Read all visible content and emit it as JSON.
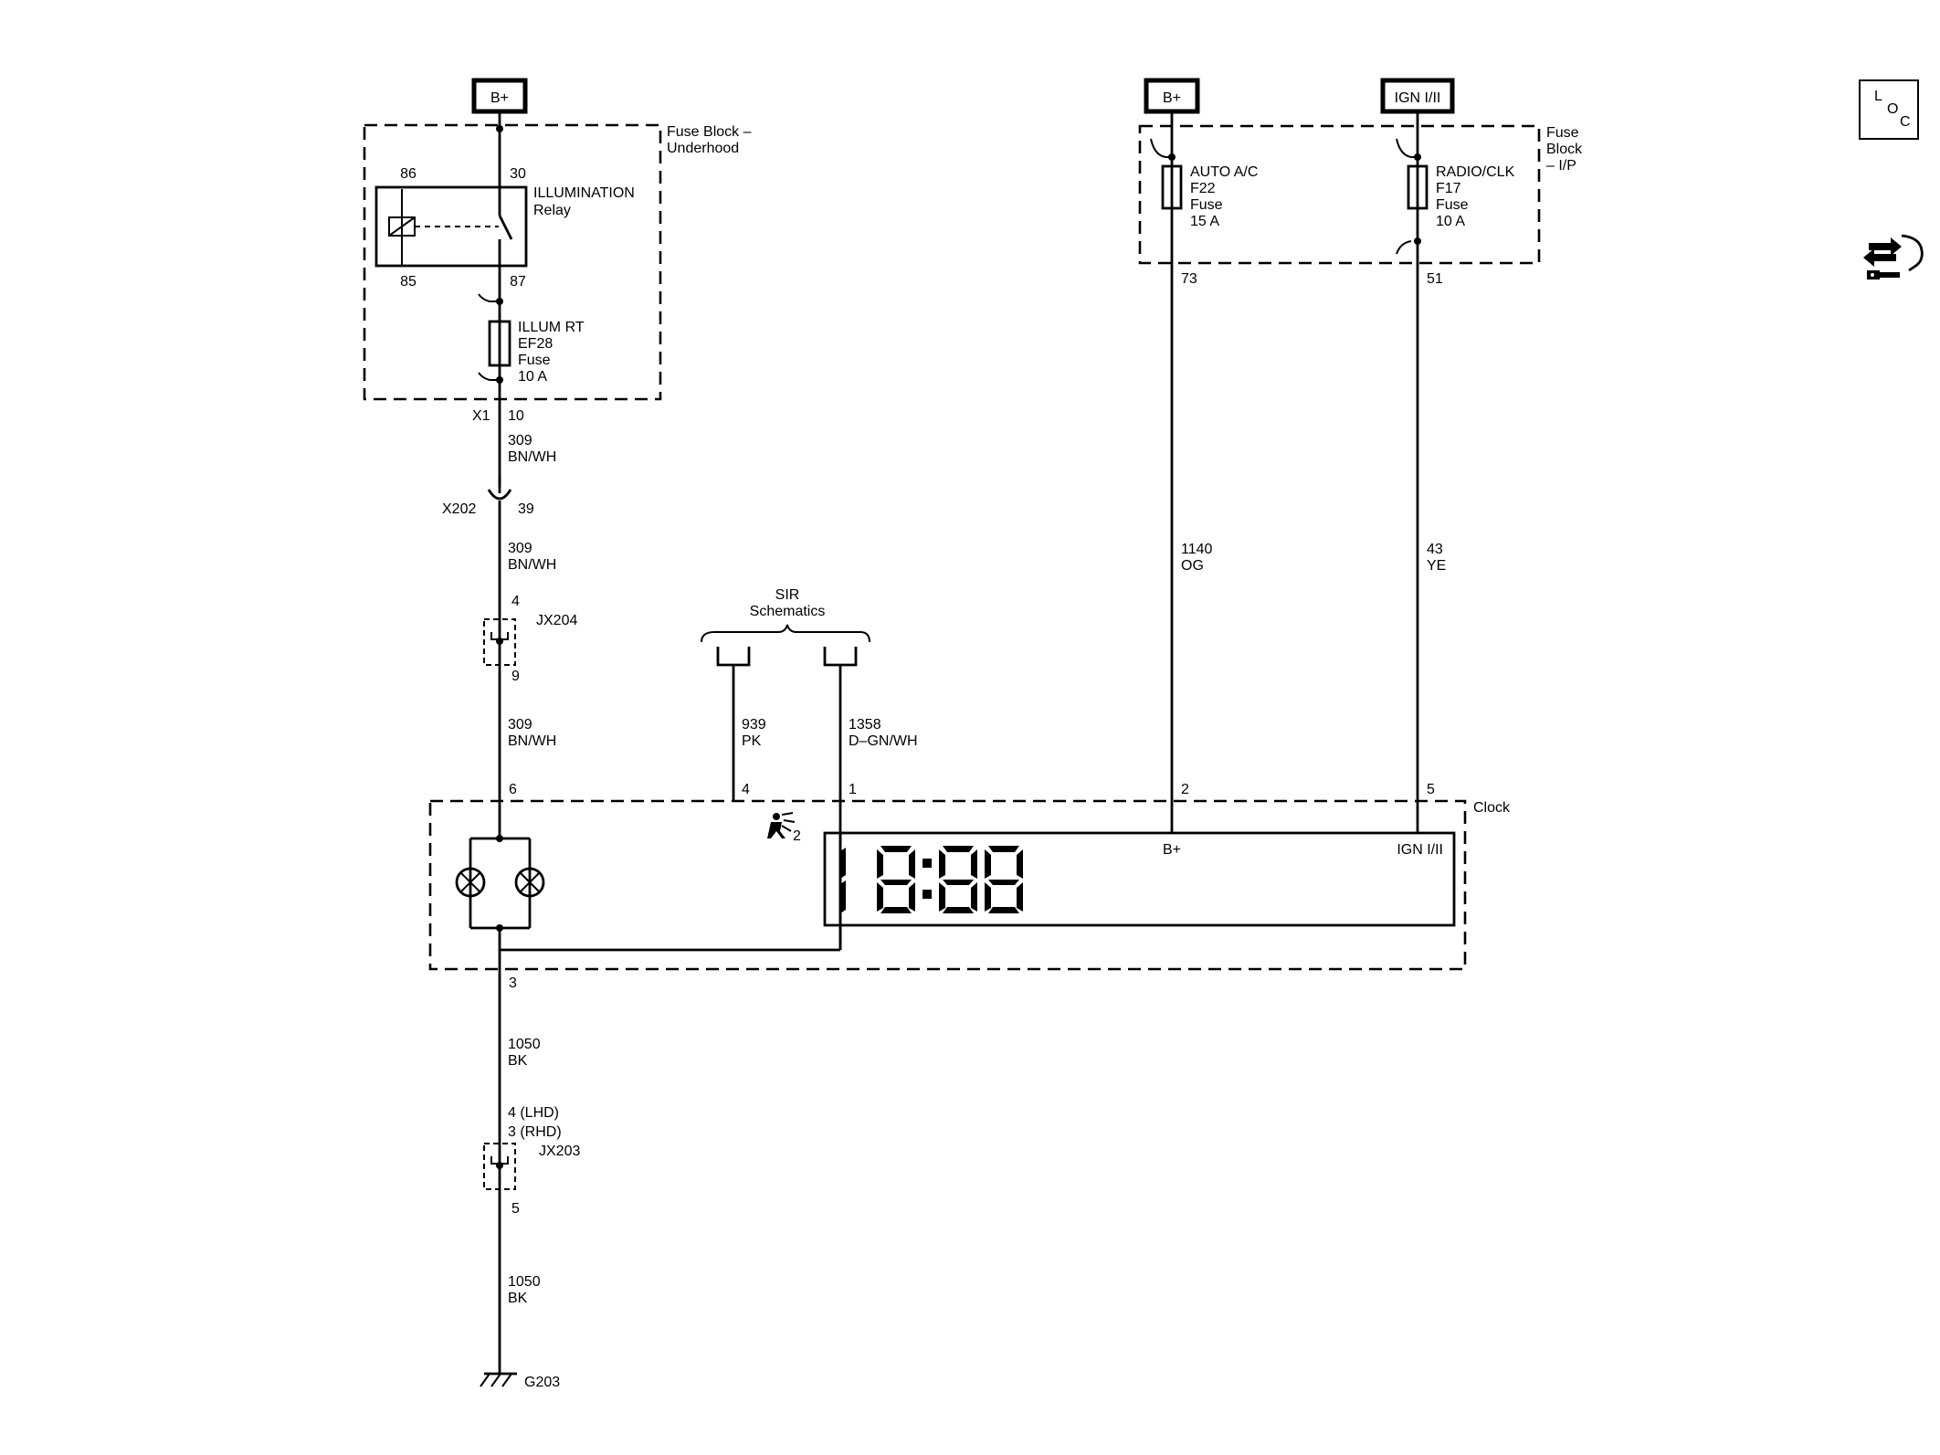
{
  "power_labels": {
    "bplus_left": "B+",
    "bplus_right": "B+",
    "ign": "IGN I/II"
  },
  "fuse_block_underhood": {
    "line1": "Fuse Block –",
    "line2": "Underhood"
  },
  "fuse_block_ip": {
    "line1": "Fuse",
    "line2": "Block",
    "line3": "– I/P"
  },
  "relay": {
    "pin86": "86",
    "pin30": "30",
    "pin85": "85",
    "pin87": "87",
    "name": "ILLUMINATION",
    "type": "Relay"
  },
  "fuse_ef28": {
    "name": "ILLUM RT",
    "id": "EF28",
    "type": "Fuse",
    "rating": "10 A"
  },
  "fuse_f22": {
    "name": "AUTO A/C",
    "id": "F22",
    "type": "Fuse",
    "rating": "15 A"
  },
  "fuse_f17": {
    "name": "RADIO/CLK",
    "id": "F17",
    "type": "Fuse",
    "rating": "10 A"
  },
  "pins": {
    "x1": "X1",
    "x1_pin": "10",
    "f22_out": "73",
    "f17_out": "51",
    "x202": "X202",
    "x202_pin": "39",
    "jx204_top": "4",
    "jx204_bottom": "9",
    "clock_6": "6",
    "clock_4": "4",
    "clock_1": "1",
    "clock_2": "2",
    "clock_5": "5",
    "clock_3": "3",
    "jx203_top_lhd": "4 (LHD)",
    "jx203_top_rhd": "3 (RHD)",
    "jx203_bottom": "5"
  },
  "connectors": {
    "jx204": "JX204",
    "jx203": "JX203",
    "ground": "G203"
  },
  "wires": [
    {
      "circuit": "309",
      "color": "BN/WH"
    },
    {
      "circuit": "309",
      "color": "BN/WH"
    },
    {
      "circuit": "309",
      "color": "BN/WH"
    },
    {
      "circuit": "939",
      "color": "PK"
    },
    {
      "circuit": "1358",
      "color": "D–GN/WH"
    },
    {
      "circuit": "1140",
      "color": "OG"
    },
    {
      "circuit": "43",
      "color": "YE"
    },
    {
      "circuit": "1050",
      "color": "BK"
    },
    {
      "circuit": "1050",
      "color": "BK"
    }
  ],
  "sir": {
    "line1": "SIR",
    "line2": "Schematics"
  },
  "clock": {
    "name": "Clock",
    "bplus": "B+",
    "ign": "IGN I/II",
    "sir_subscript": "2"
  },
  "loc_icon": {
    "l": "L",
    "o": "O",
    "c": "C"
  }
}
